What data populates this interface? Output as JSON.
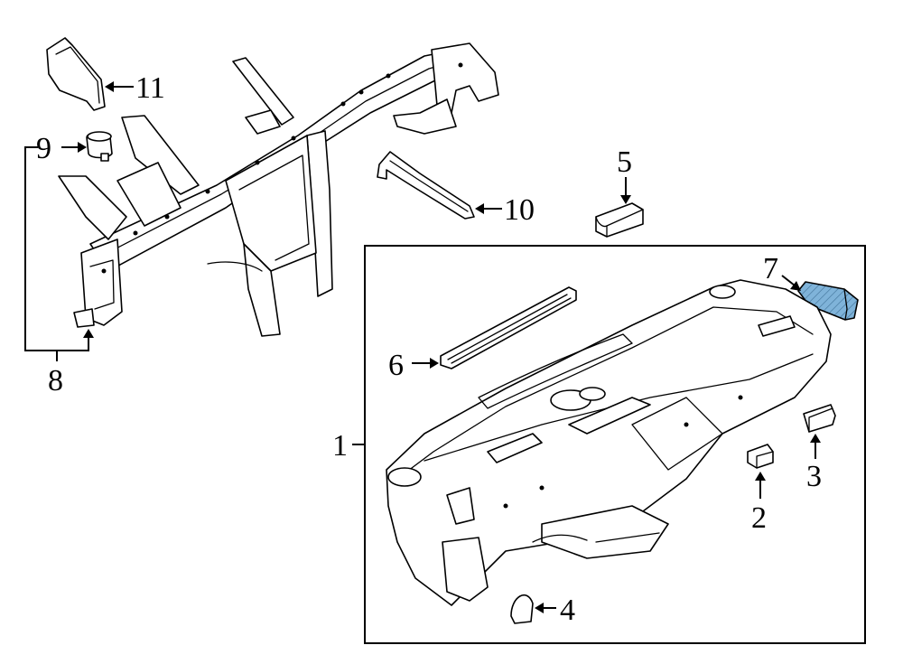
{
  "diagram": {
    "type": "parts-exploded-view",
    "highlight_color": "#7fb3d9",
    "callouts": [
      {
        "id": "c1",
        "label": "1"
      },
      {
        "id": "c2",
        "label": "2"
      },
      {
        "id": "c3",
        "label": "3"
      },
      {
        "id": "c4",
        "label": "4"
      },
      {
        "id": "c5",
        "label": "5"
      },
      {
        "id": "c6",
        "label": "6"
      },
      {
        "id": "c7",
        "label": "7"
      },
      {
        "id": "c8",
        "label": "8"
      },
      {
        "id": "c9",
        "label": "9"
      },
      {
        "id": "c10",
        "label": "10"
      },
      {
        "id": "c11",
        "label": "11"
      }
    ]
  }
}
